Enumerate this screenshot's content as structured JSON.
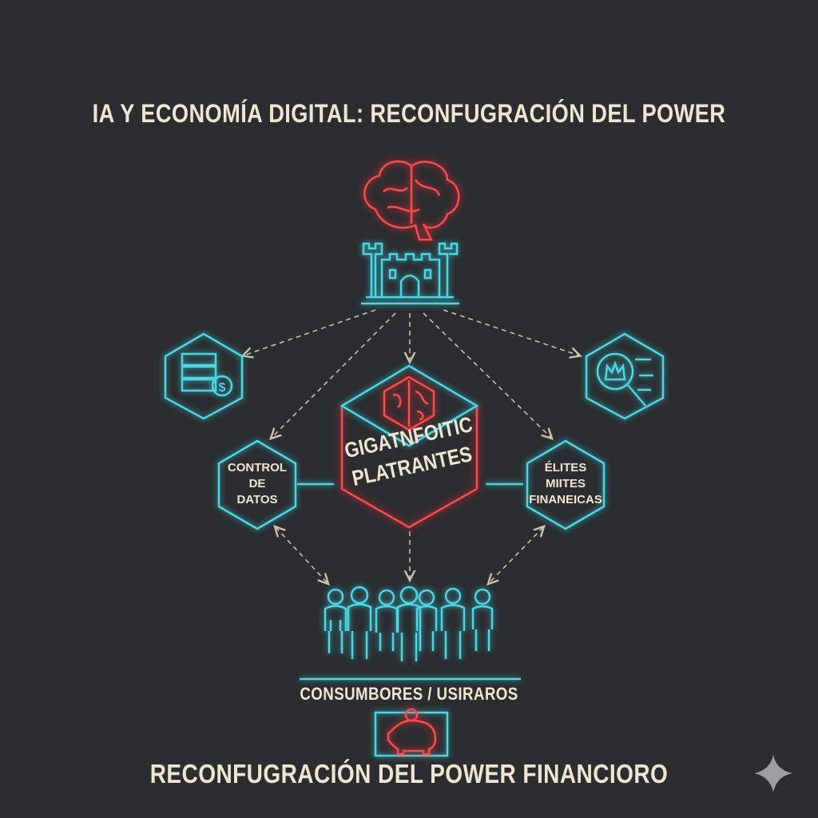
{
  "title": "IA Y ECONOMÍA DIGITAL: RECONFUGRACIÓN DEL POWER",
  "center": {
    "line1": "GIGATNFOITIC",
    "line2": "PLATRANTES"
  },
  "left_node": {
    "line1": "CONTROL",
    "line2": "DE",
    "line3": "DATOS"
  },
  "right_node": {
    "line1": "ÉLITES",
    "line2": "MIITES",
    "line3": "FINANEICAS"
  },
  "consumers_label": "CONSUMBORES / USIRAROS",
  "bottom_title": "RECONFUGRACIÓN DEL POWER FINANCIORO",
  "colors": {
    "background": "#2b2d30",
    "cyan": "#4fd6e2",
    "red": "#ff4a4f",
    "text": "#efe6d0"
  }
}
